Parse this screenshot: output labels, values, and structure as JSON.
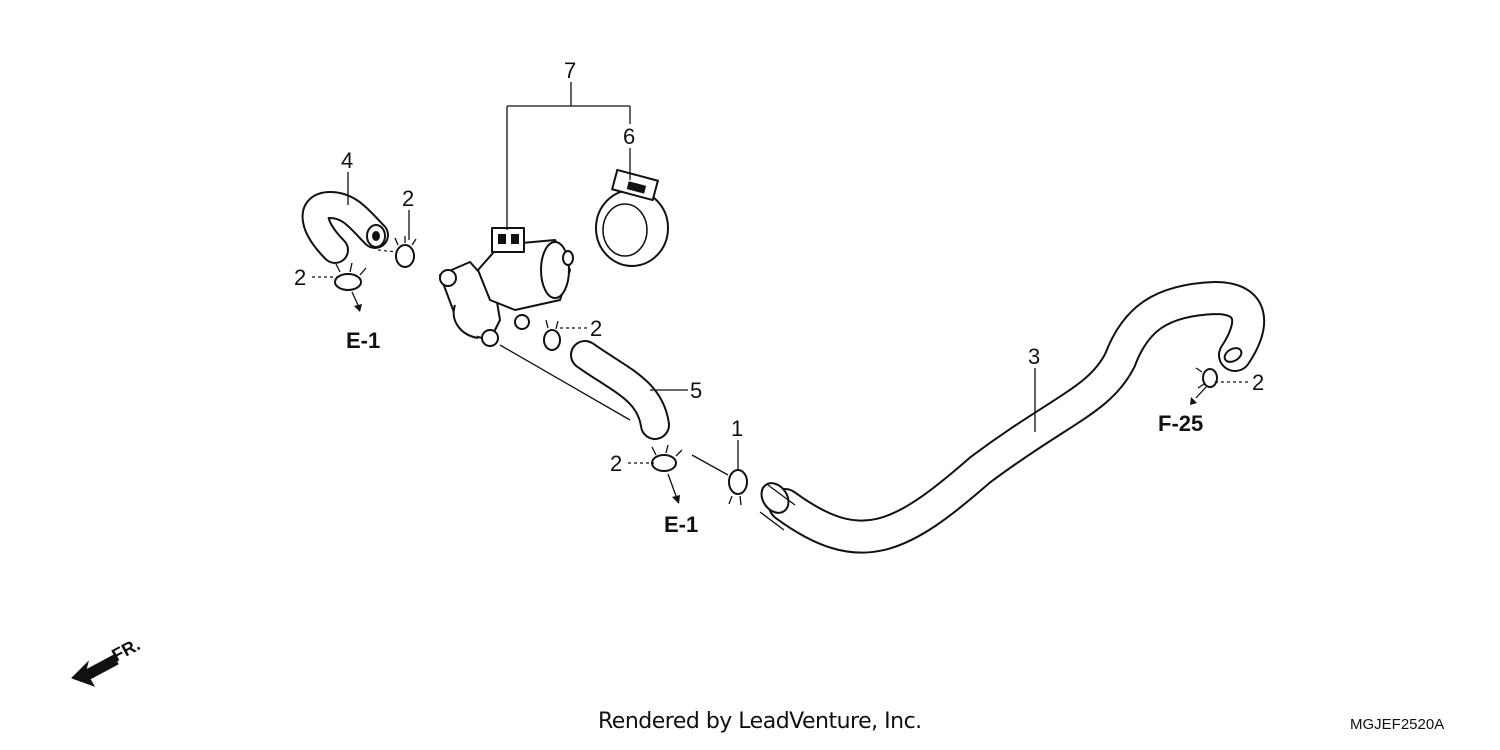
{
  "callouts": {
    "c7": "7",
    "c6": "6",
    "c4": "4",
    "c2_top": "2",
    "c2_left": "2",
    "c2_valve": "2",
    "c5": "5",
    "c3": "3",
    "c2_right": "2",
    "c2_bottom": "2",
    "c1": "1"
  },
  "references": {
    "e1_upper": "E-1",
    "e1_lower": "E-1",
    "f25": "F-25"
  },
  "direction_label": "FR.",
  "footer": {
    "credit": "Rendered by LeadVenture, Inc.",
    "code": "MGJEF2520A"
  }
}
